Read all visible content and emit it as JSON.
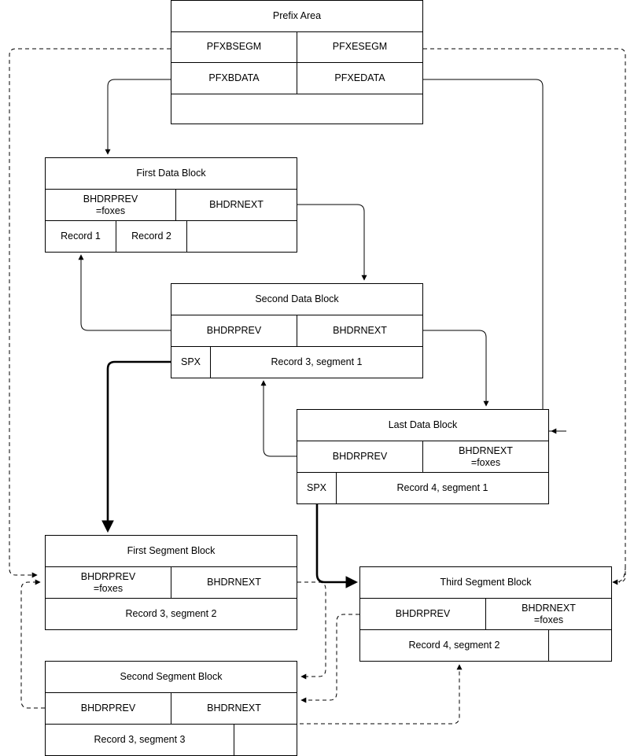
{
  "diagram": {
    "title": "Prefix area and data block chain",
    "stroke_color": "#000000",
    "background_color": "#ffffff",
    "text_color": "#000000"
  },
  "blocks": [
    {
      "id": "prefix-area",
      "name": "Prefix Area",
      "title": "Prefix Area",
      "rows": [
        [
          "PFXBSEGM",
          "PFXESEGM"
        ],
        [
          "PFXBDATA",
          "PFXEDATA"
        ],
        [
          ""
        ]
      ]
    },
    {
      "id": "first-data-block",
      "name": "First Data Block",
      "title": "First Data Block",
      "rows": [
        [
          "BHDRPREV\n=foxes",
          "BHDRNEXT"
        ],
        [
          "Record 1",
          "Record 2",
          ""
        ]
      ]
    },
    {
      "id": "second-data-block",
      "name": "Second Data Block",
      "title": "Second Data Block",
      "rows": [
        [
          "BHDRPREV",
          "BHDRNEXT"
        ],
        [
          "SPX",
          "Record 3, segment 1"
        ]
      ]
    },
    {
      "id": "last-data-block",
      "name": "Last Data Block",
      "title": "Last Data Block",
      "rows": [
        [
          "BHDRPREV",
          "BHDRNEXT\n=foxes"
        ],
        [
          "SPX",
          "Record 4, segment 1"
        ]
      ]
    },
    {
      "id": "first-segment-block",
      "name": "First Segment Block",
      "title": "First Segment Block",
      "rows": [
        [
          "BHDRPREV\n=foxes",
          "BHDRNEXT"
        ],
        [
          "Record 3, segment 2"
        ]
      ]
    },
    {
      "id": "second-segment-block",
      "name": "Second Segment Block",
      "title": "Second Segment Block",
      "rows": [
        [
          "BHDRPREV",
          "BHDRNEXT"
        ],
        [
          "Record 3, segment 3",
          ""
        ]
      ]
    },
    {
      "id": "third-segment-block",
      "name": "Third Segment Block",
      "title": "Third Segment Block",
      "rows": [
        [
          "BHDRPREV",
          "BHDRNEXT\n=foxes"
        ],
        [
          "Record 4, segment 2",
          ""
        ]
      ]
    }
  ],
  "labels": {
    "prefix_area": "Prefix Area",
    "pfxbsegm": "PFXBSEGM",
    "pfxesegm": "PFXESEGM",
    "pfxbdata": "PFXBDATA",
    "pfxedata": "PFXEDATA",
    "prefix_empty": "",
    "first_data_block": "First Data Block",
    "fdb_prev": "BHDRPREV\n=foxes",
    "fdb_next": "BHDRNEXT",
    "record_1": "Record 1",
    "record_2": "Record 2",
    "fdb_empty": "",
    "second_data_block": "Second Data Block",
    "sdb_prev": "BHDRPREV",
    "sdb_next": "BHDRNEXT",
    "sdb_spx": "SPX",
    "record_3_seg_1": "Record 3, segment 1",
    "last_data_block": "Last Data Block",
    "ldb_prev": "BHDRPREV",
    "ldb_next": "BHDRNEXT\n=foxes",
    "ldb_spx": "SPX",
    "record_4_seg_1": "Record 4, segment 1",
    "first_segment_block": "First Segment Block",
    "fsb_prev": "BHDRPREV\n=foxes",
    "fsb_next": "BHDRNEXT",
    "record_3_seg_2": "Record 3, segment 2",
    "second_segment_block": "Second Segment Block",
    "ssb_prev": "BHDRPREV",
    "ssb_next": "BHDRNEXT",
    "record_3_seg_3": "Record 3, segment 3",
    "ssb_empty": "",
    "third_segment_block": "Third Segment Block",
    "tsb_prev": "BHDRPREV",
    "tsb_next": "BHDRNEXT\n=foxes",
    "record_4_seg_2": "Record 4, segment 2",
    "tsb_empty": ""
  },
  "connectors": [
    {
      "name": "pfxbsegm-to-first-segment-block",
      "style": "dashed",
      "from": "PFXBSEGM",
      "to": "First Segment Block title"
    },
    {
      "name": "pfxesegm-to-third-segment-block",
      "style": "dashed",
      "from": "PFXESEGM",
      "to": "Third Segment Block title"
    },
    {
      "name": "pfxbdata-to-first-data-block",
      "style": "solid",
      "from": "PFXBDATA",
      "to": "First Data Block title"
    },
    {
      "name": "pfxedata-to-last-data-block",
      "style": "solid",
      "from": "PFXEDATA",
      "to": "Last Data Block title"
    },
    {
      "name": "first-data-next-to-second-data-block",
      "style": "solid",
      "from": "First Data Block BHDRNEXT",
      "to": "Second Data Block title"
    },
    {
      "name": "second-data-prev-to-first-data-block",
      "style": "solid",
      "from": "Second Data Block BHDRPREV",
      "to": "First Data Block record row"
    },
    {
      "name": "second-data-next-to-last-data-block",
      "style": "solid",
      "from": "Second Data Block BHDRNEXT",
      "to": "Last Data Block title"
    },
    {
      "name": "last-data-prev-to-second-data-block",
      "style": "solid",
      "from": "Last Data Block BHDRPREV",
      "to": "Second Data Block record row"
    },
    {
      "name": "second-data-spx-to-first-segment-block",
      "style": "thick",
      "from": "Second Data Block SPX",
      "to": "First Segment Block title"
    },
    {
      "name": "last-data-spx-to-third-segment-block",
      "style": "thick",
      "from": "Last Data Block SPX",
      "to": "Third Segment Block title"
    },
    {
      "name": "first-segment-next-to-second-segment-block",
      "style": "dashed",
      "from": "First Segment Block BHDRNEXT",
      "to": "Second Segment Block title"
    },
    {
      "name": "second-segment-prev-to-first-segment-block",
      "style": "dashed",
      "from": "Second Segment Block BHDRPREV",
      "to": "First Segment Block BHDRPREV"
    },
    {
      "name": "second-segment-next-to-third-segment-block",
      "style": "dashed",
      "from": "Second Segment Block BHDRNEXT",
      "to": "Third Segment Block record row"
    },
    {
      "name": "third-segment-prev-to-second-segment-block",
      "style": "dashed",
      "from": "Third Segment Block BHDRPREV",
      "to": "Second Segment Block BHDRNEXT"
    }
  ]
}
